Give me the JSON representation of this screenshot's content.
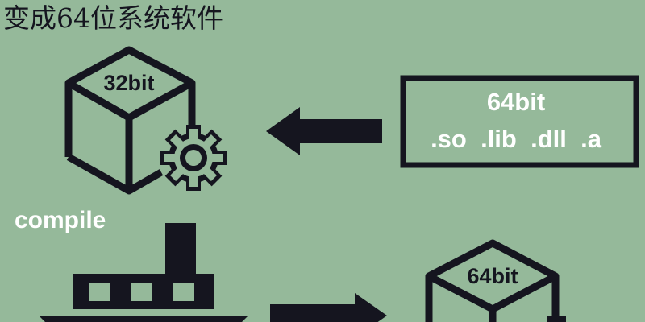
{
  "title": "变成64位系统软件",
  "top_cube": {
    "label": "32bit"
  },
  "library_box": {
    "line1": "64bit",
    "line2": ".so  .lib  .dll  .a"
  },
  "compile_label": "compile",
  "bottom_cube": {
    "label": "64bit"
  },
  "colors": {
    "background": "#95b99a",
    "ink": "#15151f",
    "text_light": "#ffffff",
    "factory_window": "#95b99a"
  },
  "icons": [
    "cube-icon",
    "gear-icon",
    "arrow-left-icon",
    "factory-icon",
    "arrow-right-icon"
  ]
}
